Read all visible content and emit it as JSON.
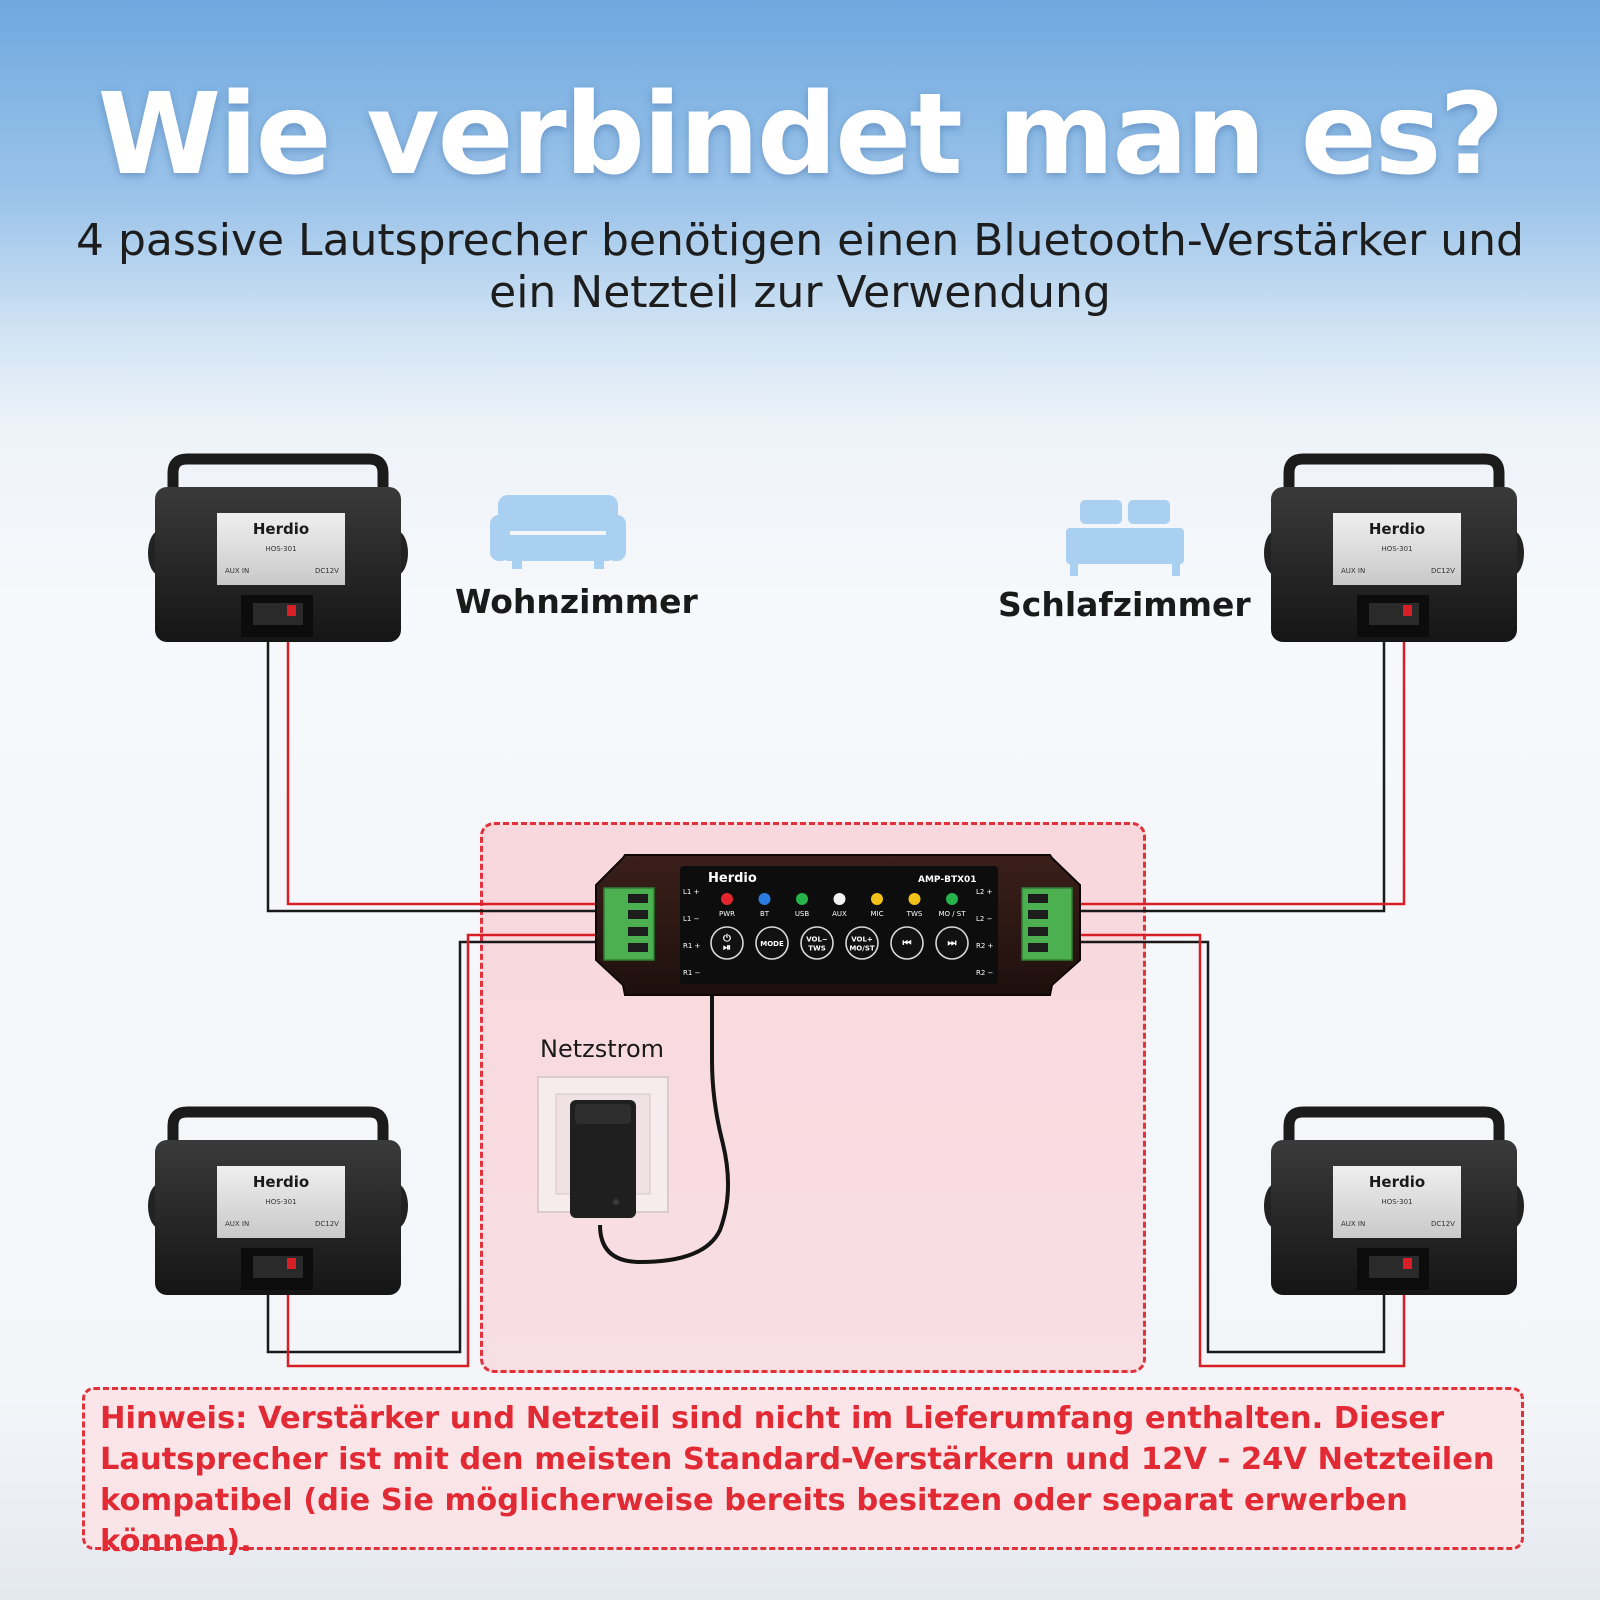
{
  "title": "Wie verbindet man es?",
  "subtitle": "4 passive Lautsprecher benötigen einen Bluetooth-Verstärker und ein Netzteil zur Verwendung",
  "rooms": {
    "living_room": "Wohnzimmer",
    "bedroom": "Schlafzimmer"
  },
  "power_label": "Netzstrom",
  "speaker": {
    "brand": "Herdio",
    "model": "HOS-301",
    "port_left": "AUX IN",
    "port_right": "DC12V"
  },
  "amplifier": {
    "brand": "Herdio",
    "model": "AMP-BTX01",
    "terminals_left": [
      "L1 +",
      "L1 −",
      "R1 +",
      "R1 −"
    ],
    "terminals_right": [
      "L2 +",
      "L2 −",
      "R2 +",
      "R2 −"
    ],
    "leds": [
      {
        "label": "PWR",
        "color": "#e3262c"
      },
      {
        "label": "BT",
        "color": "#2b7be0"
      },
      {
        "label": "USB",
        "color": "#26b34a"
      },
      {
        "label": "AUX",
        "color": "#f2f2f2"
      },
      {
        "label": "MIC",
        "color": "#f2c21b"
      },
      {
        "label": "TWS",
        "color": "#f2c21b"
      },
      {
        "label": "MO / ST",
        "color": "#26b34a"
      }
    ],
    "buttons": [
      "⏻ ⏯",
      "MODE",
      "VOL− TWS",
      "VOL+ MO/ST",
      "⏮",
      "⏭"
    ]
  },
  "note": "Hinweis: Verstärker und Netzteil sind nicht im Lieferumfang enthalten. Dieser Lautsprecher ist mit den meisten Standard-Verstärkern und 12V - 24V Netzteilen kompatibel (die Sie möglicherweise bereits besitzen oder separat erwerben können).",
  "colors": {
    "wire_red": "#d91f26",
    "wire_black": "#1a1a1a",
    "dashed_border": "#e0323a",
    "note_text": "#e12a34",
    "icon_blue": "#a9d0f0",
    "terminal_green": "#4caf50"
  }
}
